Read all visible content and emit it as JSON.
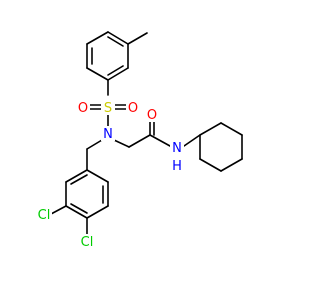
{
  "molecule": {
    "atoms": {
      "sulfur": "S",
      "sulfonyl_oxygen_left": "O",
      "sulfonyl_oxygen_right": "O",
      "sulfonamide_nitrogen": "N",
      "carbonyl_oxygen": "O",
      "amide_nitrogen": "N",
      "amide_hydrogen": "H",
      "chlorine_3": "Cl",
      "chlorine_4": "Cl"
    },
    "colors": {
      "bond": "#000000",
      "oxygen": "#ff0000",
      "nitrogen": "#0000ff",
      "sulfur": "#cccc00",
      "chlorine": "#00cc00"
    }
  }
}
